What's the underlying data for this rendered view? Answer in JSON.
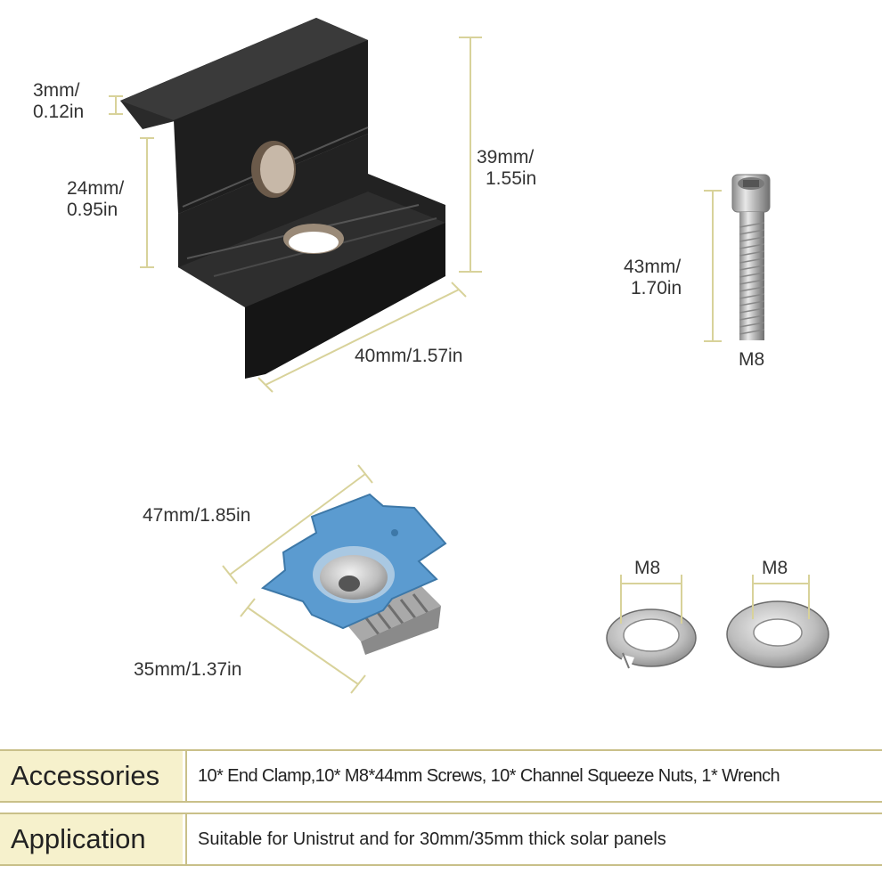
{
  "dimensions": {
    "clamp_thickness": [
      "3mm/",
      "0.12in"
    ],
    "clamp_inner_height": [
      "24mm/",
      "0.95in"
    ],
    "clamp_height": [
      "39mm/",
      "1.55in"
    ],
    "clamp_width": "40mm/1.57in",
    "screw_length": [
      "43mm/",
      "1.70in"
    ],
    "screw_size": "M8",
    "nut_length": "47mm/1.85in",
    "nut_width": "35mm/1.37in",
    "spring_washer_size": "M8",
    "flat_washer_size": "M8"
  },
  "table": {
    "accessories_label": "Accessories",
    "accessories_value": "10* End Clamp,10* M8*44mm Screws, 10* Channel Squeeze Nuts, 1* Wrench",
    "application_label": "Application",
    "application_value": "Suitable for Unistrut and for 30mm/35mm thick solar panels"
  },
  "colors": {
    "dimension_line": "#d8d29a",
    "clamp": "#1c1c1c",
    "nut_plate": "#5b9bd0",
    "table_label_bg": "#f6f1cc",
    "table_border": "#c9c089"
  }
}
